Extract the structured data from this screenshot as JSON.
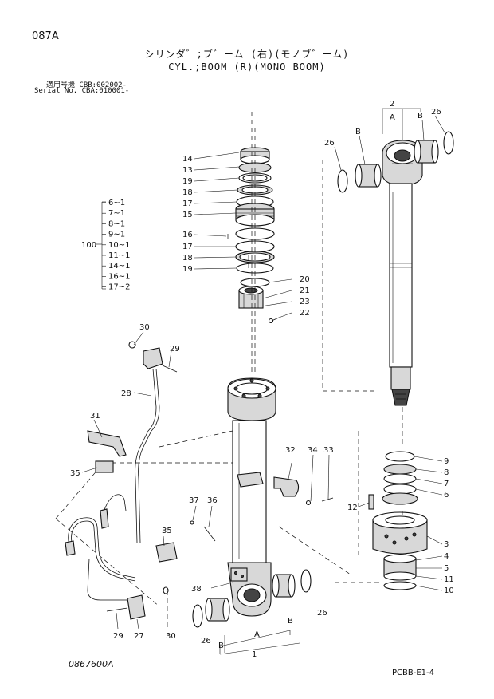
{
  "header": {
    "page_number": "087A",
    "title_jp": "シリンダ゛;ブ゛ーム (右)(モノブ゛ーム)",
    "title_en": "CYL.;BOOM (R)(MONO BOOM)",
    "serial_jp": "適用号機 CBB:002002-",
    "serial_en": "Serial No. CBA:010001-"
  },
  "footer": {
    "drawing_number": "0867600A",
    "page_code": "PCBB-E1-4"
  },
  "kit": {
    "label": "100",
    "items": [
      "6~1",
      "7~1",
      "8~1",
      "9~1",
      "10~1",
      "11~1",
      "14~1",
      "16~1",
      "17~2"
    ]
  },
  "callouts": {
    "c14": "14",
    "c13": "13",
    "c19a": "19",
    "c18a": "18",
    "c17a": "17",
    "c15": "15",
    "c16": "16",
    "c17b": "17",
    "c18b": "18",
    "c19b": "19",
    "c20": "20",
    "c21": "21",
    "c23": "23",
    "c22": "22",
    "c2": "2",
    "cA_top": "A",
    "cB_left": "B",
    "cB_right": "B",
    "c26_right": "26",
    "c26_left": "26",
    "c30_top": "30",
    "c29_top": "29",
    "c28": "28",
    "c31": "31",
    "c35_left": "35",
    "c35_mid": "35",
    "c37": "37",
    "c36": "36",
    "c32": "32",
    "c34": "34",
    "c33": "33",
    "c12": "12",
    "c9": "9",
    "c8": "8",
    "c7": "7",
    "c6": "6",
    "c3": "3",
    "c4": "4",
    "c5": "5",
    "c11": "11",
    "c10": "10",
    "c38": "38",
    "c29_bot": "29",
    "c27": "27",
    "c30_bot": "30",
    "c26_bot_left": "26",
    "c26_bot_right": "26",
    "cB_bot_left": "B",
    "cA_bot": "A",
    "cB_bot_right": "B",
    "c1": "1"
  }
}
